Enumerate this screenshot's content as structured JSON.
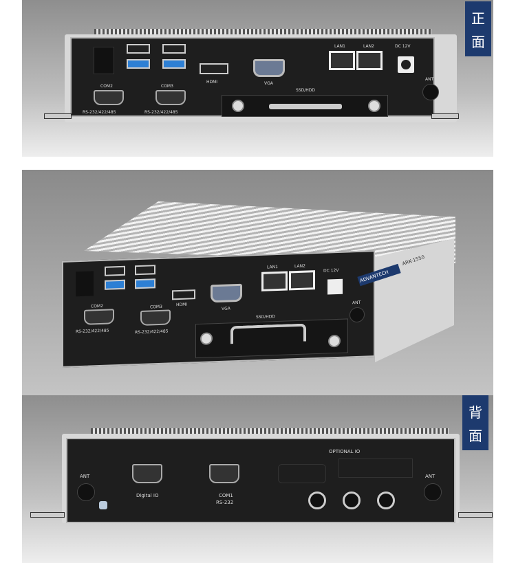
{
  "front_badge": {
    "line1": "正",
    "line2": "面"
  },
  "back_badge": {
    "line1": "背",
    "line2": "面"
  },
  "front_panel": {
    "com2": "COM2",
    "com3": "COM3",
    "rs_left": "RS-232/422/485",
    "rs_right": "RS-232/422/485",
    "hdmi": "HDMI",
    "vga": "VGA",
    "lan1": "LAN1",
    "lan2": "LAN2",
    "dc": "DC 12V",
    "ant": "ANT",
    "storage": "SSD/HDD"
  },
  "angled_view": {
    "brand_logo": "ADVANTECH",
    "model": "ARK-1550",
    "com2": "COM2",
    "com3": "COM3",
    "rs_left": "RS-232/422/485",
    "rs_right": "RS-232/422/485",
    "hdmi": "HDMI",
    "vga": "VGA",
    "lan1": "LAN1",
    "lan2": "LAN2",
    "dc": "DC 12V",
    "ant": "ANT",
    "storage": "SSD/HDD"
  },
  "back_panel": {
    "optional_io": "OPTIONAL IO",
    "ant_left": "ANT",
    "ant_right": "ANT",
    "digital_io": "Digital IO",
    "com1": "COM1",
    "com1_type": "RS-232"
  },
  "colors": {
    "badge": "#1d3a6e",
    "usb3": "#2d7fd4"
  }
}
